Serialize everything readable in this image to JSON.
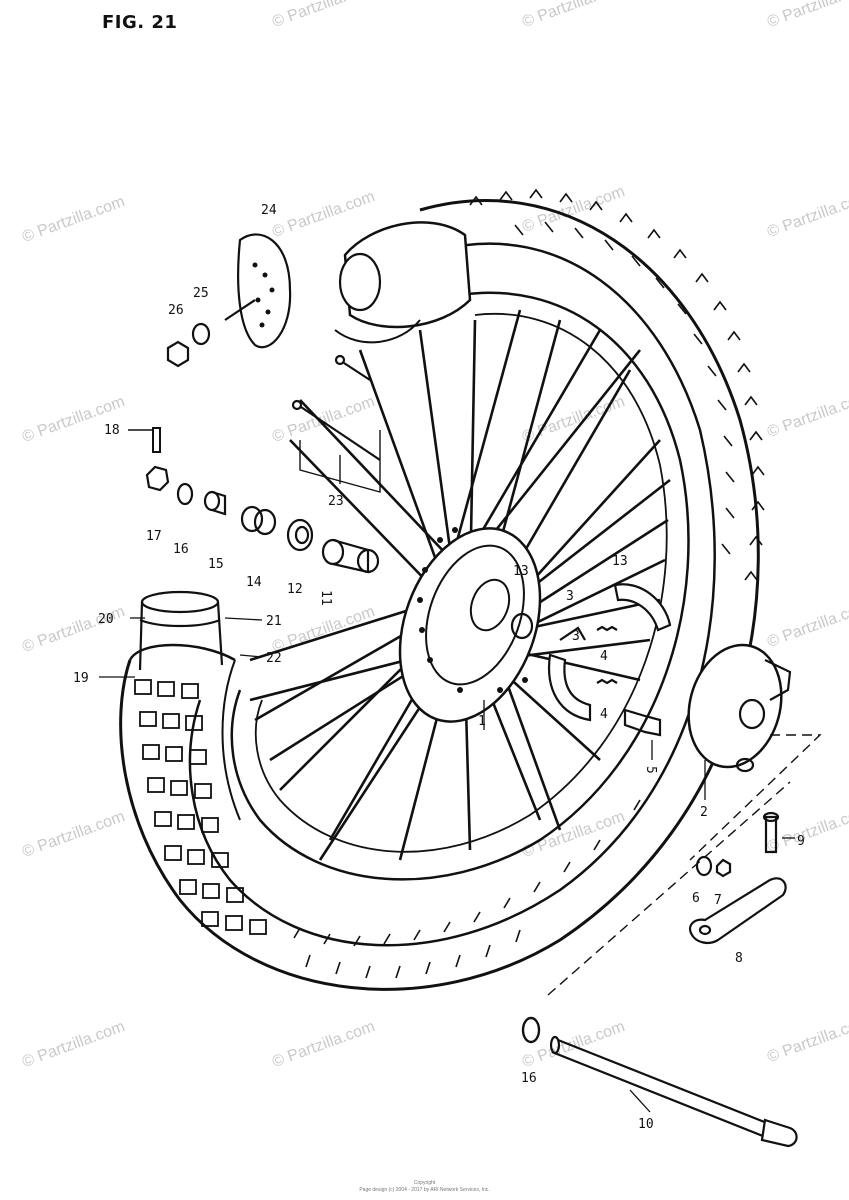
{
  "figure": {
    "title": "FIG. 21"
  },
  "watermark": {
    "text": "© Partzilla.com"
  },
  "footer": {
    "line1": "Copyright",
    "line2": "Page design (c) 2004 - 2017 by ARI Network Services, Inc."
  },
  "callouts": [
    {
      "id": "c1",
      "text": "1"
    },
    {
      "id": "c2",
      "text": "2"
    },
    {
      "id": "c3a",
      "text": "3"
    },
    {
      "id": "c3b",
      "text": "3"
    },
    {
      "id": "c4a",
      "text": "4"
    },
    {
      "id": "c4b",
      "text": "4"
    },
    {
      "id": "c5",
      "text": "5"
    },
    {
      "id": "c6",
      "text": "6"
    },
    {
      "id": "c7",
      "text": "7"
    },
    {
      "id": "c8",
      "text": "8"
    },
    {
      "id": "c9",
      "text": "9"
    },
    {
      "id": "c10",
      "text": "10"
    },
    {
      "id": "c11",
      "text": "11"
    },
    {
      "id": "c12",
      "text": "12"
    },
    {
      "id": "c13a",
      "text": "13"
    },
    {
      "id": "c13b",
      "text": "13"
    },
    {
      "id": "c14",
      "text": "14"
    },
    {
      "id": "c15",
      "text": "15"
    },
    {
      "id": "c16a",
      "text": "16"
    },
    {
      "id": "c16b",
      "text": "16"
    },
    {
      "id": "c17",
      "text": "17"
    },
    {
      "id": "c18",
      "text": "18"
    },
    {
      "id": "c19",
      "text": "19"
    },
    {
      "id": "c20",
      "text": "20"
    },
    {
      "id": "c21",
      "text": "21"
    },
    {
      "id": "c22",
      "text": "22"
    },
    {
      "id": "c23",
      "text": "23"
    },
    {
      "id": "c24",
      "text": "24"
    },
    {
      "id": "c25",
      "text": "25"
    },
    {
      "id": "c26",
      "text": "26"
    }
  ]
}
